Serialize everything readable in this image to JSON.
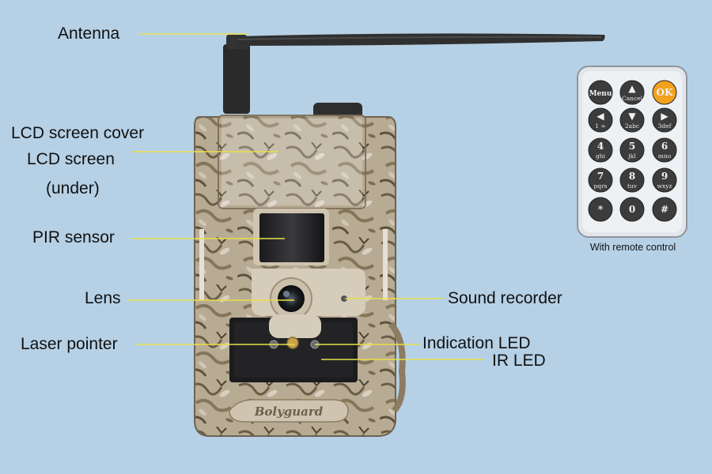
{
  "labels": {
    "antenna": "Antenna",
    "lcd_cover": "LCD screen cover",
    "lcd_screen": "LCD screen",
    "lcd_under": "(under)",
    "pir_sensor": "PIR sensor",
    "lens": "Lens",
    "laser_pointer": "Laser pointer",
    "sound_recorder": "Sound recorder",
    "indication_led": "Indication LED",
    "ir_led": "IR LED"
  },
  "remote": {
    "caption": "With remote control",
    "buttons": [
      {
        "main": "Menu",
        "sub": ""
      },
      {
        "main": "▲",
        "sub": "Cancel"
      },
      {
        "main": "OK",
        "sub": ""
      },
      {
        "main": "◀",
        "sub": "1 ∞"
      },
      {
        "main": "▼",
        "sub": "2abc"
      },
      {
        "main": "▶",
        "sub": "3def"
      },
      {
        "main": "4",
        "sub": "ghi"
      },
      {
        "main": "5",
        "sub": "jkl"
      },
      {
        "main": "6",
        "sub": "mno"
      },
      {
        "main": "7",
        "sub": "pqrs"
      },
      {
        "main": "8",
        "sub": "tuv"
      },
      {
        "main": "9",
        "sub": "wxyz"
      },
      {
        "main": "*",
        "sub": ""
      },
      {
        "main": "0",
        "sub": ""
      },
      {
        "main": "#",
        "sub": ""
      }
    ]
  },
  "brand_logo": "Bolyguard",
  "colors": {
    "background": "#b6d1e6",
    "callout_line": "#e8e04a",
    "ok_button": "#f2a21e",
    "remote_button": "#3c3c3c",
    "remote_body": "#e2e6ea"
  }
}
